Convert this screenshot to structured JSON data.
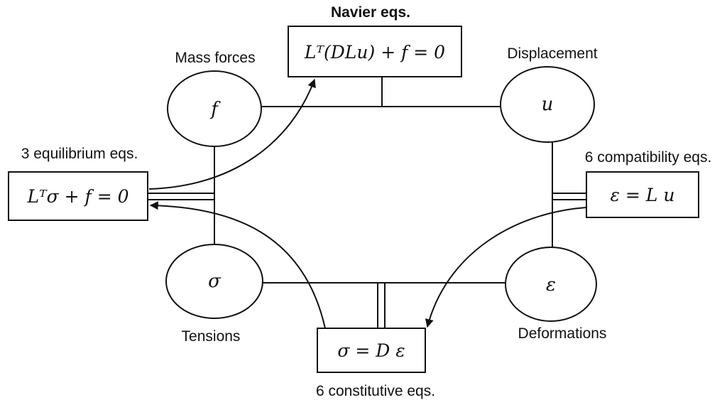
{
  "nodes": {
    "mass_forces": {
      "label": "Mass forces",
      "symbol": "f"
    },
    "displacement": {
      "label": "Displacement",
      "symbol": "u"
    },
    "tensions": {
      "label": "Tensions",
      "symbol": "σ"
    },
    "deformations": {
      "label": "Deformations",
      "symbol": "ε"
    }
  },
  "equations": {
    "navier": {
      "label": "Navier eqs.",
      "formula": "Lᵀ(DLu) + f = 0"
    },
    "equilibrium": {
      "label": "3 equilibrium eqs.",
      "formula": "Lᵀσ + f = 0"
    },
    "compatibility": {
      "label": "6 compatibility eqs.",
      "formula": "ε = L u"
    },
    "constitutive": {
      "label": "6 constitutive eqs.",
      "formula": "σ = D ε"
    }
  }
}
